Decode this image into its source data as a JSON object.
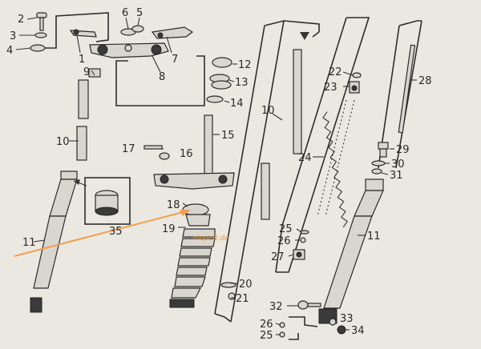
{
  "diagram": {
    "callouts": [
      "1",
      "2",
      "3",
      "4",
      "5",
      "6",
      "7",
      "8",
      "9",
      "10",
      "11",
      "12",
      "13",
      "14",
      "15",
      "16",
      "17",
      "18",
      "19",
      "20",
      "21",
      "22",
      "23",
      "24",
      "25",
      "26",
      "27",
      "28",
      "29",
      "30",
      "31",
      "32",
      "33",
      "34",
      "35"
    ],
    "labels": {
      "n2": "2",
      "n3": "3",
      "n4": "4",
      "n1": "1",
      "n6": "6",
      "n5": "5",
      "n7": "7",
      "n8": "8",
      "n9": "9",
      "n10a": "10",
      "n11a": "11",
      "n12": "12",
      "n13": "13",
      "n14": "14",
      "n15": "15",
      "n16": "16",
      "n17": "17",
      "n18": "18",
      "n19": "19",
      "n35": "35",
      "n10b": "10",
      "n20": "20",
      "n21": "21",
      "n22": "22",
      "n23": "23",
      "n24": "24",
      "n25a": "25",
      "n26a": "26",
      "n27": "27",
      "n28": "28",
      "n29": "29",
      "n30": "30",
      "n31": "31",
      "n11b": "11",
      "n32": "32",
      "n33": "33",
      "n34": "34",
      "n26b": "26",
      "n25b": "25"
    },
    "watermark": "moped.de",
    "arrow_color": "#f0a050"
  }
}
